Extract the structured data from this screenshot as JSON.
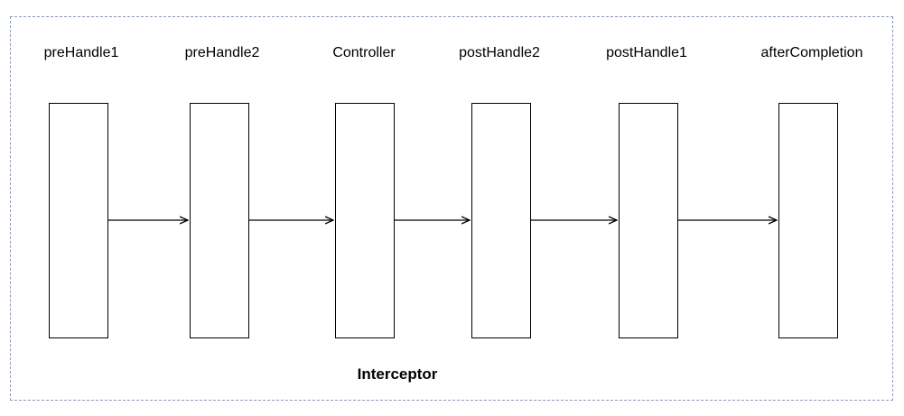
{
  "stages": [
    {
      "label": "preHandle1"
    },
    {
      "label": "preHandle2"
    },
    {
      "label": "Controller"
    },
    {
      "label": "postHandle2"
    },
    {
      "label": "postHandle1"
    },
    {
      "label": "afterCompletion"
    }
  ],
  "caption": "Interceptor",
  "colors": {
    "frame_border": "#8a9bb5",
    "box_border": "#000000",
    "arrow": "#000000"
  }
}
